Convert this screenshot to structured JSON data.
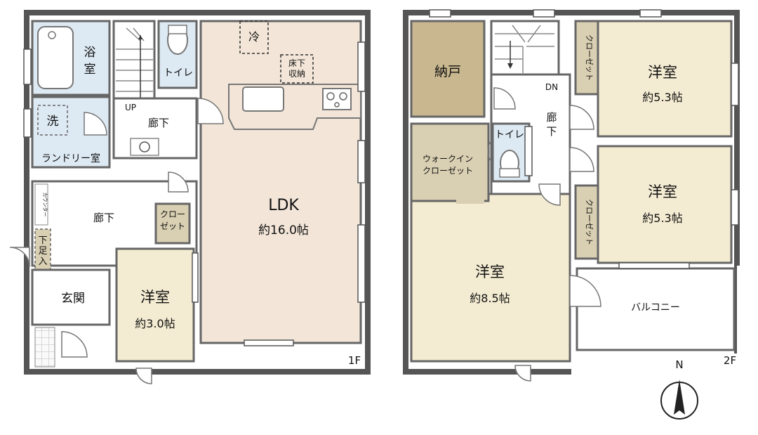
{
  "floor1": {
    "label": "1F",
    "rooms": {
      "bath": "浴\n室",
      "toilet": "トイレ",
      "hall_upper": "廊下",
      "up": "UP",
      "washer": "洗",
      "laundry": "ランドリー室",
      "fridge": "冷",
      "floor_storage": "床下\n収納",
      "ldk_name": "LDK",
      "ldk_size": "約16.0帖",
      "counter": "カウンター",
      "hall_mid": "廊下",
      "shoe_box": "下足入",
      "closet": "クロー\nゼット",
      "genkan": "玄関",
      "room_name": "洋室",
      "room_size": "約3.0帖"
    }
  },
  "floor2": {
    "label": "2F",
    "rooms": {
      "nando": "納戸",
      "dn": "DN",
      "hall": "廊\n下",
      "toilet": "トイレ",
      "wic": "ウォークイン\nクローゼット",
      "closet_a": "クローゼット",
      "room_a_name": "洋室",
      "room_a_size": "約5.3帖",
      "closet_b": "クローゼット",
      "room_b_name": "洋室",
      "room_b_size": "約5.3帖",
      "room_c_name": "洋室",
      "room_c_size": "約8.5帖",
      "balcony": "バルコニー"
    }
  },
  "compass": {
    "north": "N"
  },
  "colors": {
    "wall": "#555555",
    "wet": "#dde9f3",
    "ldk": "#f3e6d8",
    "closet": "#d9cfb2",
    "storage": "#c9b88f",
    "room": "#f4ecd2",
    "hall": "#ffffff"
  }
}
